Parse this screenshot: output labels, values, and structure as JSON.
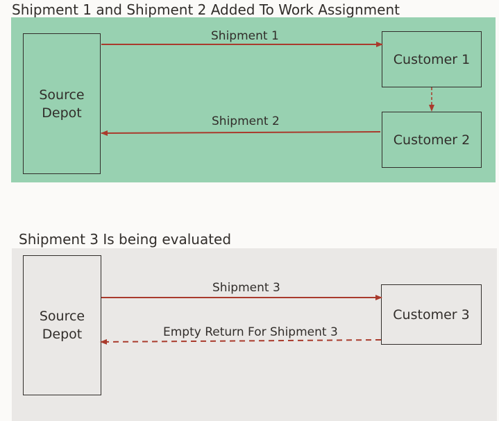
{
  "diagram1": {
    "title": "Shipment 1 and Shipment 2 Added To Work Assignment",
    "background": "#98d1b1",
    "depot": [
      "Source",
      "Depot"
    ],
    "customers": [
      "Customer 1",
      "Customer 2"
    ],
    "arrows": [
      {
        "label": "Shipment 1",
        "from": "Source Depot",
        "to": "Customer 1",
        "style": "solid"
      },
      {
        "label": "Shipment 2",
        "from": "Customer 2",
        "to": "Source Depot",
        "style": "solid"
      },
      {
        "label": "",
        "from": "Customer 1",
        "to": "Customer 2",
        "style": "dashed"
      }
    ]
  },
  "diagram2": {
    "title": "Shipment 3 Is being evaluated",
    "background": "#eae8e6",
    "depot": [
      "Source",
      "Depot"
    ],
    "customers": [
      "Customer 3"
    ],
    "arrows": [
      {
        "label": "Shipment 3",
        "from": "Source Depot",
        "to": "Customer 3",
        "style": "solid"
      },
      {
        "label": "Empty Return For Shipment 3",
        "from": "Customer 3",
        "to": "Source Depot",
        "style": "dashed"
      }
    ]
  },
  "colors": {
    "arrow": "#a93a2c",
    "border": "#312d2a",
    "text": "#312d2a"
  }
}
